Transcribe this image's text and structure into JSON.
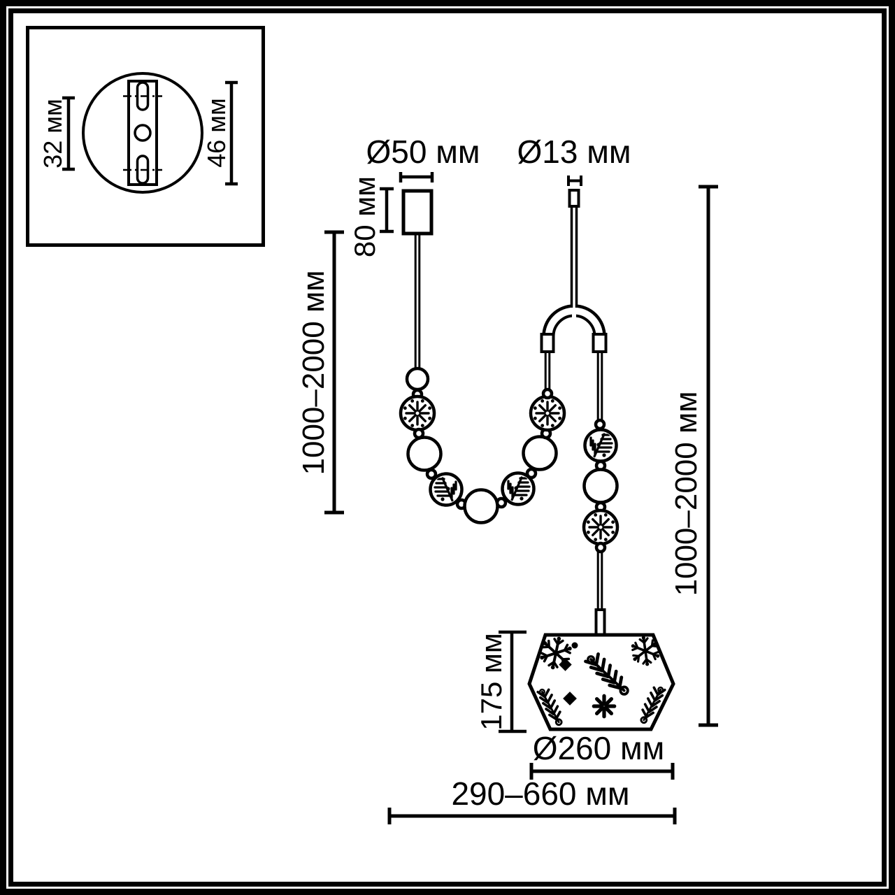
{
  "colors": {
    "line": "#000000",
    "background": "#ffffff"
  },
  "mount_plate_inset": {
    "slot_spacing_label": "32 мм",
    "plate_height_label": "46 мм"
  },
  "dimensions": {
    "canopy_diameter": "Ø50 мм",
    "canopy_height": "80 мм",
    "left_suspension_length": "1000–2000 мм",
    "rod_diameter": "Ø13 мм",
    "right_suspension_length": "1000–2000 мм",
    "shade_height": "175 мм",
    "shade_diameter": "Ø260 мм",
    "overall_width_range": "290–660 мм"
  }
}
